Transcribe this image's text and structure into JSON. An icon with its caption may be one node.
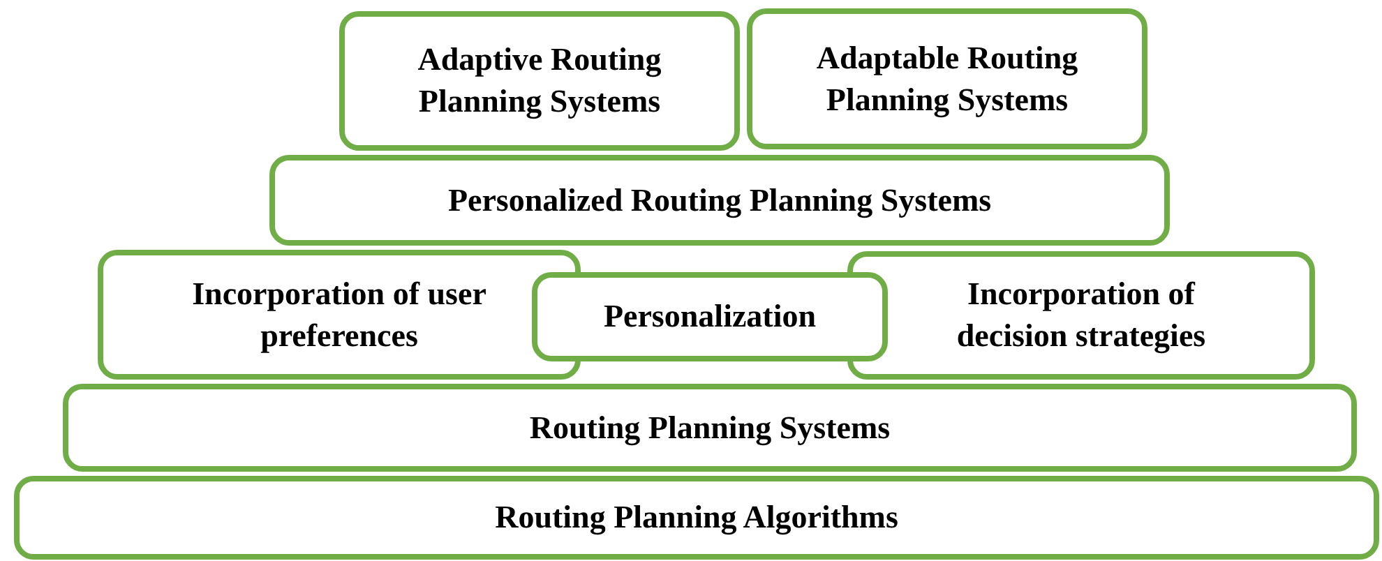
{
  "diagram": {
    "nodes": [
      {
        "text": [
          "Adaptive Routing Planning Systems"
        ]
      },
      {
        "text": [
          "Adaptable Routing Planning Systems"
        ]
      },
      {
        "text": [
          "Personalized Routing Planning Systems"
        ]
      },
      {
        "text": [
          "Incorporation of user preferences"
        ]
      },
      {
        "text": [
          "Personalization"
        ]
      },
      {
        "text": [
          "Incorporation of decision strategies"
        ]
      },
      {
        "text": [
          "Routing Planning Systems"
        ]
      },
      {
        "text": [
          "Routing Planning Algorithms"
        ]
      }
    ]
  }
}
